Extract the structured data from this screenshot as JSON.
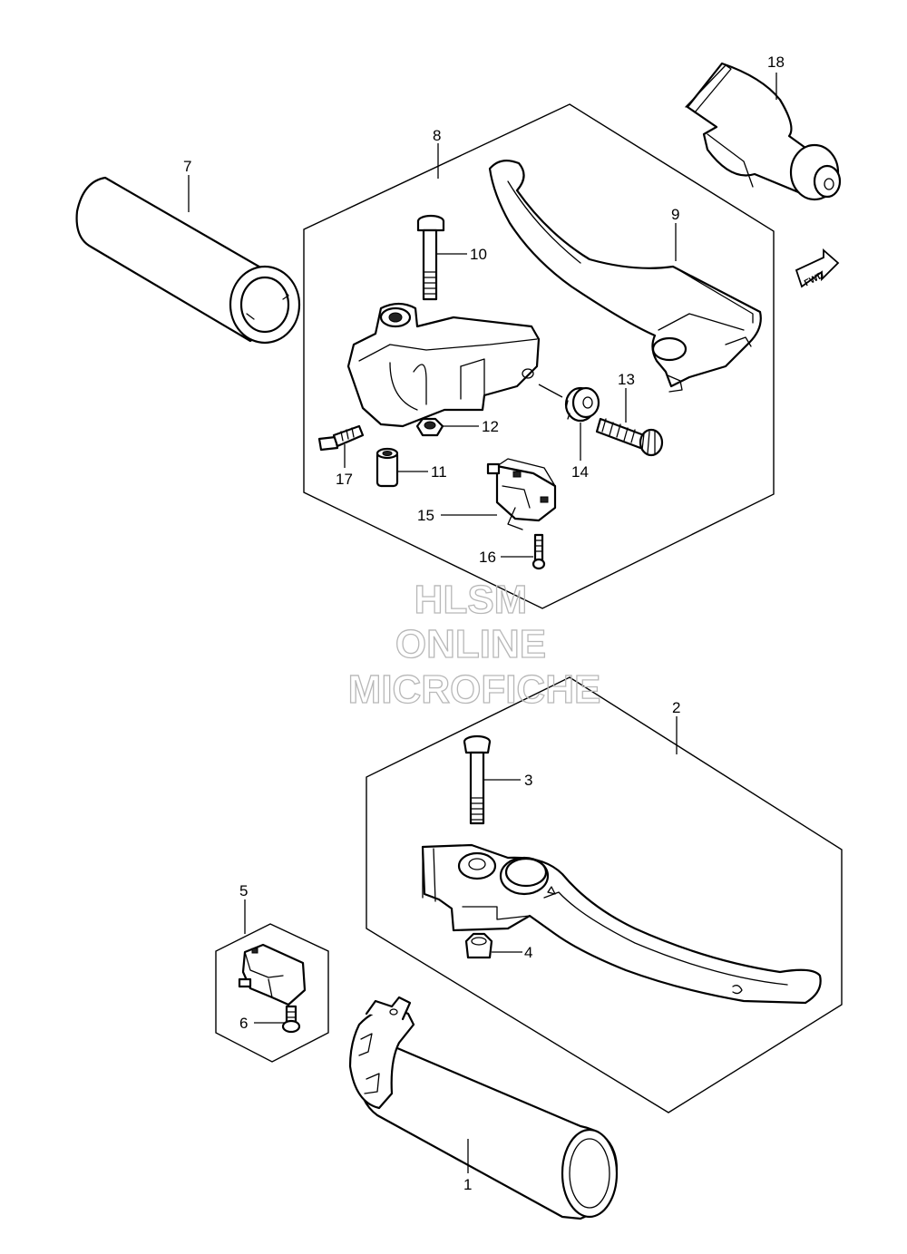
{
  "watermark": {
    "line1": "HLSM",
    "line2": "ONLINE",
    "line3": "MICROFICHE"
  },
  "direction_badge": "FWD",
  "callouts": {
    "c1": "1",
    "c2": "2",
    "c3": "3",
    "c4": "4",
    "c5": "5",
    "c6": "6",
    "c7": "7",
    "c8": "8",
    "c9": "9",
    "c10": "10",
    "c11": "11",
    "c12": "12",
    "c13": "13",
    "c14": "14",
    "c15": "15",
    "c16": "16",
    "c17": "17",
    "c18": "18"
  }
}
